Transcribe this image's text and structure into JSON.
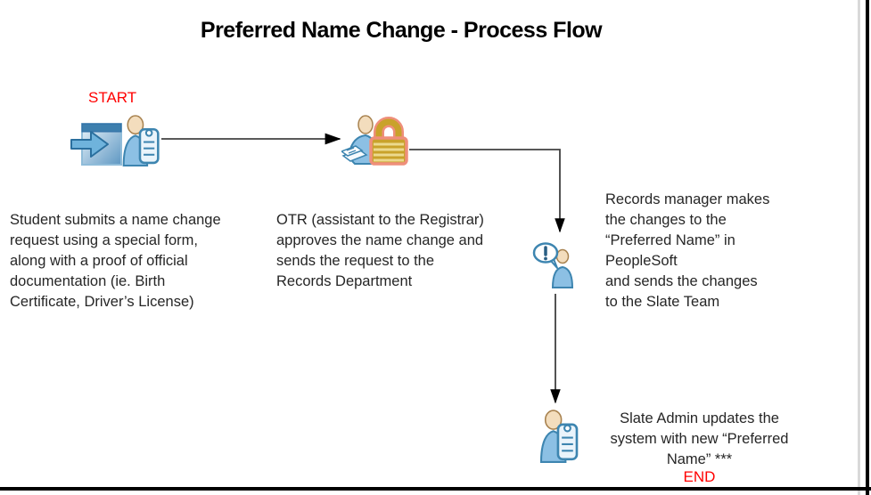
{
  "title": "Preferred Name Change - Process Flow",
  "start_label": "START",
  "end_label": "END",
  "steps": {
    "step1": {
      "icons": [
        "enter-window-icon",
        "person-with-clipboard-icon"
      ],
      "text": [
        "Student submits a name change",
        "request using a special form,",
        "along with a proof of official",
        "documentation (ie. Birth",
        "Certificate, Driver’s License)"
      ]
    },
    "step2": {
      "icons": [
        "person-typing-icon",
        "padlock-icon"
      ],
      "text": [
        "OTR (assistant to the Registrar)",
        "approves the name change and",
        "sends the request to the",
        "Records Department"
      ]
    },
    "step3": {
      "icons": [
        "person-alert-icon"
      ],
      "text": [
        "Records manager makes",
        "the changes to the",
        "“Preferred Name” in",
        "PeopleSoft",
        "and sends the changes",
        "to the Slate Team"
      ]
    },
    "step4": {
      "icons": [
        "person-with-clipboard-icon"
      ],
      "text": [
        "Slate Admin updates the",
        "system with new “Preferred",
        "Name” ***"
      ]
    }
  },
  "colors": {
    "accent_red": "#ff0000",
    "body_text": "#262626",
    "connector_gray": "#595959",
    "person_blue": "#8cc0e4",
    "person_outline": "#3d85b0",
    "head_tan": "#f3ddbd",
    "lock_gold": "#c9a22b",
    "lock_stripe": "#ecd98e",
    "lock_glow": "#ef8f7b",
    "window_header_blue": "#3d7fae"
  }
}
